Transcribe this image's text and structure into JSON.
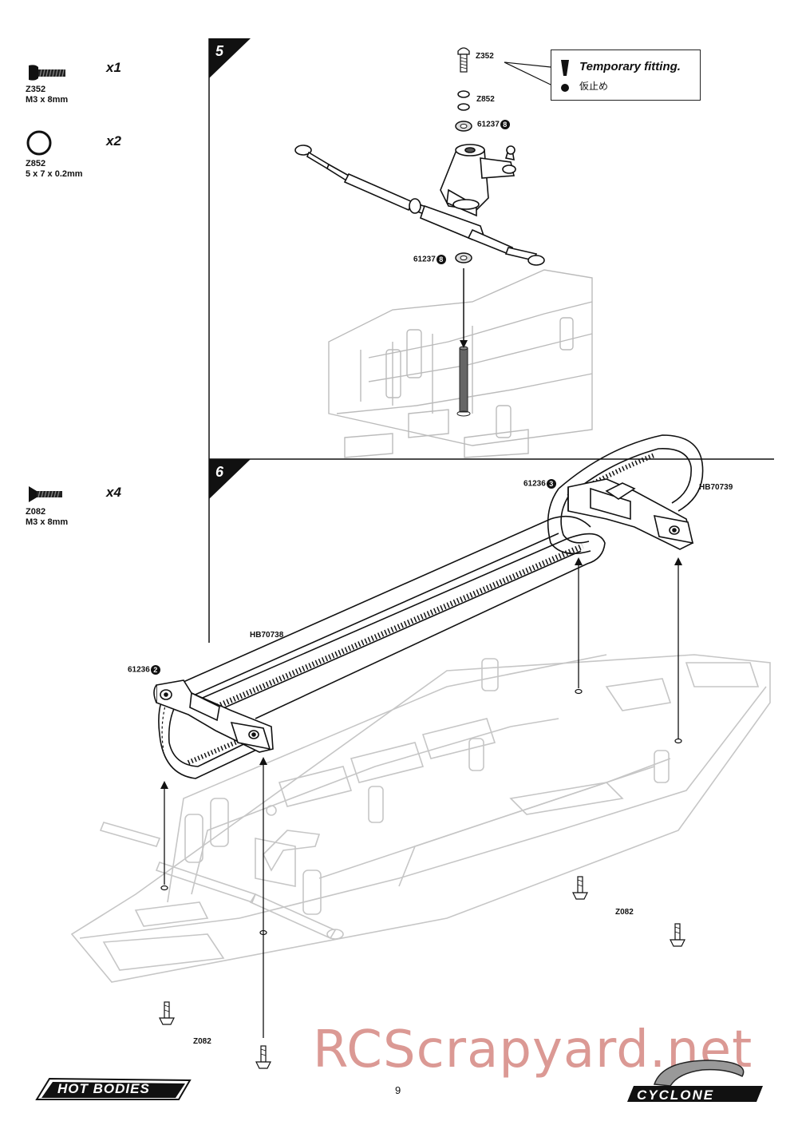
{
  "parts_list": [
    {
      "code": "Z352",
      "size": "M3 x 8mm",
      "qty": "x1",
      "icon": "screw-icon"
    },
    {
      "code": "Z852",
      "size": "5 x 7 x 0.2mm",
      "qty": "x2",
      "icon": "washer-icon"
    },
    {
      "code": "Z082",
      "size": "M3 x 8mm",
      "qty": "x4",
      "icon": "screw-icon"
    }
  ],
  "step5": {
    "number": "5",
    "labels": {
      "z352": "Z352",
      "z852": "Z852",
      "bearing_top": "61237",
      "bearing_top_badge": "8",
      "bearing_bottom": "61237",
      "bearing_bottom_badge": "8"
    },
    "note": {
      "title": "Temporary fitting.",
      "subtitle": "仮止め"
    }
  },
  "step6": {
    "number": "6",
    "labels": {
      "mount_rear": "61236",
      "mount_rear_badge": "3",
      "belt_short": "HB70739",
      "belt_long": "HB70738",
      "mount_front": "61236",
      "mount_front_badge": "2",
      "screw_right": "Z082",
      "screw_left": "Z082"
    }
  },
  "footer": {
    "page_number": "9",
    "brand_left": "HOT BODIES",
    "brand_right": "CYCLONE",
    "watermark": "RCScrapyard.net"
  }
}
